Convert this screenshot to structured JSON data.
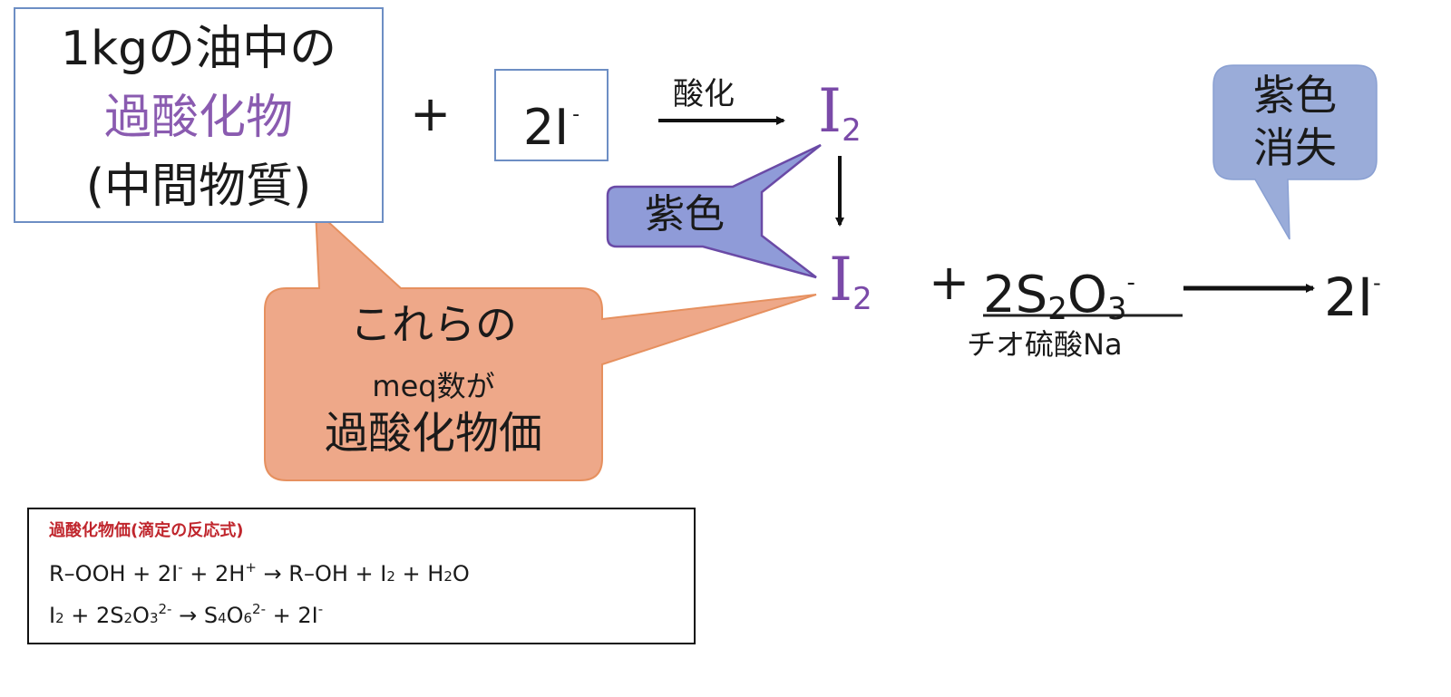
{
  "oil_box": {
    "line1": "1kgの油中の",
    "line2": "過酸化物",
    "line3": "(中間物質)"
  },
  "plus": "+",
  "iodide_reactant": {
    "base": "2I",
    "charge": "-"
  },
  "oxidation_label": "酸化",
  "iodine": {
    "symbol": "I",
    "sub": "2"
  },
  "purple_callout": "紫色",
  "thiosulfate": {
    "coef_s": "2S",
    "sub1": "2",
    "o": "O",
    "sub2": "3",
    "charge": "-"
  },
  "thiosulfate_name": "チオ硫酸Na",
  "iodide_product": {
    "base": "2I",
    "charge": "-"
  },
  "vanish_callout": {
    "line1": "紫色",
    "line2": "消失"
  },
  "orange_callout": {
    "line1": "これらの",
    "line2": "meq数が",
    "line3": "過酸化物価"
  },
  "equations": {
    "title": "過酸化物価(滴定の反応式)",
    "eq1": {
      "a": "R–OOH + 2I",
      "a_sup": "-",
      "b": " + 2H",
      "b_sup": "+",
      "c": " → R–OH + I",
      "c_sub": "2",
      "d": " + H",
      "d_sub": "2",
      "e": "O"
    },
    "eq2": {
      "a": "I",
      "a_sub": "2",
      "b": " + 2S",
      "b_sub": "2",
      "c": "O",
      "c_sub": "3",
      "c_sup": "2-",
      "d": " → S",
      "d_sub": "4",
      "e": "O",
      "e_sub": "6",
      "e_sup": "2-",
      "f": " + 2I",
      "f_sup": "-"
    }
  },
  "colors": {
    "purple_text": "#7a4aa8",
    "purple_callout_fill": "#8f9bd8",
    "purple_callout_border": "#6a4aa6",
    "blue_callout_fill": "#9aacd9",
    "orange_callout_fill": "#eea889",
    "orange_callout_border": "#e6905f",
    "box_border": "#6d8ec4",
    "equation_title": "#c0262d"
  }
}
